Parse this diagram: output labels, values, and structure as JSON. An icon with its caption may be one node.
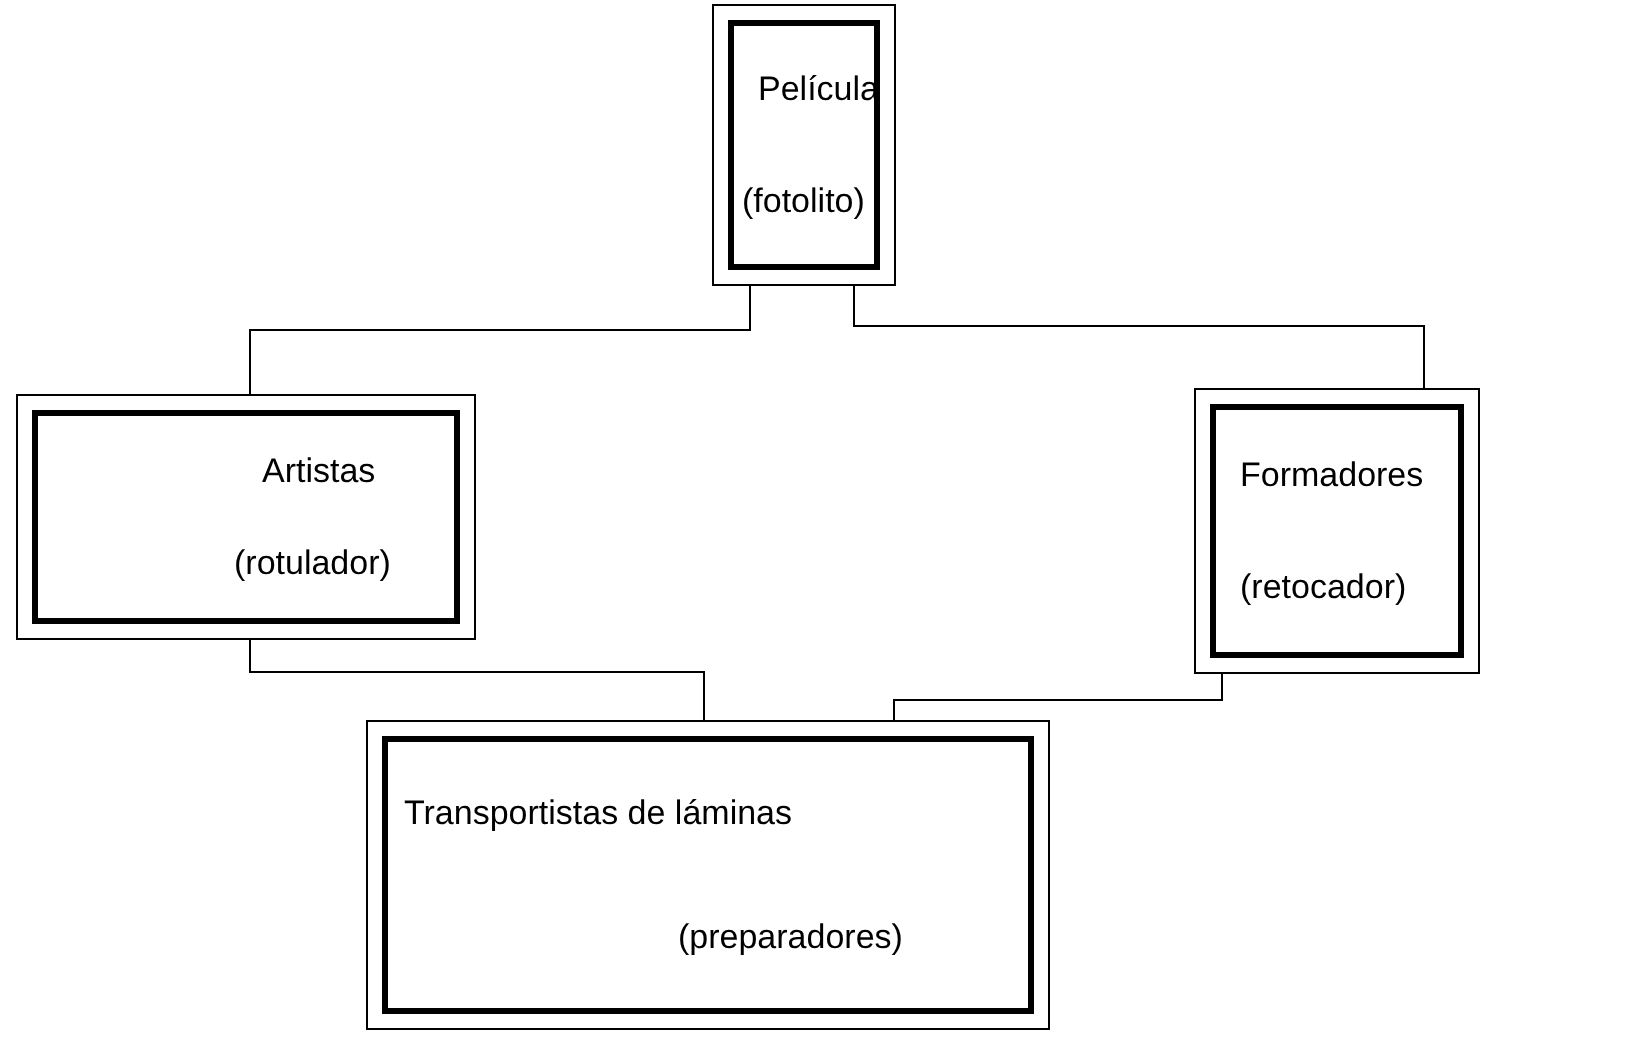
{
  "diagram": {
    "nodes": [
      {
        "text": [
          "Película",
          "(fotolito)"
        ]
      },
      {
        "text": [
          "Artistas",
          "(rotulador)"
        ]
      },
      {
        "text": [
          "Formadores",
          "(retocador)"
        ]
      },
      {
        "text": [
          "Transportistas de láminas",
          "(preparadores)"
        ]
      }
    ],
    "edges": [
      {
        "from": 0,
        "to": 1,
        "arrow": "none"
      },
      {
        "from": 0,
        "to": 2,
        "arrow": "none"
      },
      {
        "from": 1,
        "to": 3,
        "arrow": "none"
      },
      {
        "from": 2,
        "to": 3,
        "arrow": "none"
      }
    ]
  }
}
